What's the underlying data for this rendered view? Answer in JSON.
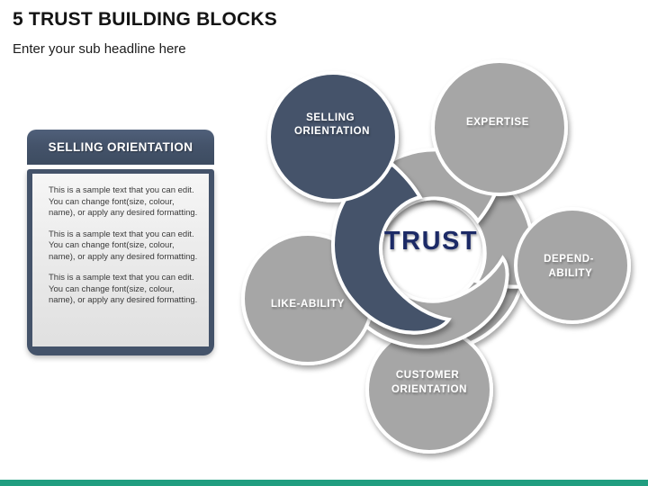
{
  "slide": {
    "title": "5 TRUST BUILDING BLOCKS",
    "subtitle": "Enter your sub headline here",
    "footer_bar_color": "#219e80"
  },
  "panel": {
    "header": "SELLING ORIENTATION",
    "paragraphs": [
      "This is a sample text that you can edit. You can change font(size, colour, name), or apply any desired formatting.",
      "This is a sample text that you can edit. You can change font(size, colour, name), or apply any desired formatting.",
      "This is a sample text that you can edit. You can change font(size, colour, name), or apply any desired formatting."
    ]
  },
  "diagram": {
    "center_label": "TRUST",
    "center_label_color": "#1b2a66",
    "highlight_color": "#44536a",
    "node_color": "#a6a6a6",
    "nodes": [
      {
        "label": "SELLING ORIENTATION",
        "lines": [
          "SELLING",
          "ORIENTATION"
        ],
        "highlighted": true
      },
      {
        "label": "EXPERTISE",
        "lines": [
          "EXPERTISE"
        ],
        "highlighted": false
      },
      {
        "label": "DEPEND-ABILITY",
        "lines": [
          "DEPEND-",
          "ABILITY"
        ],
        "highlighted": false
      },
      {
        "label": "CUSTOMER ORIENTATION",
        "lines": [
          "CUSTOMER",
          "ORIENTATION"
        ],
        "highlighted": false
      },
      {
        "label": "LIKE-ABILITY",
        "lines": [
          "LIKE-ABILITY"
        ],
        "highlighted": false
      }
    ]
  }
}
